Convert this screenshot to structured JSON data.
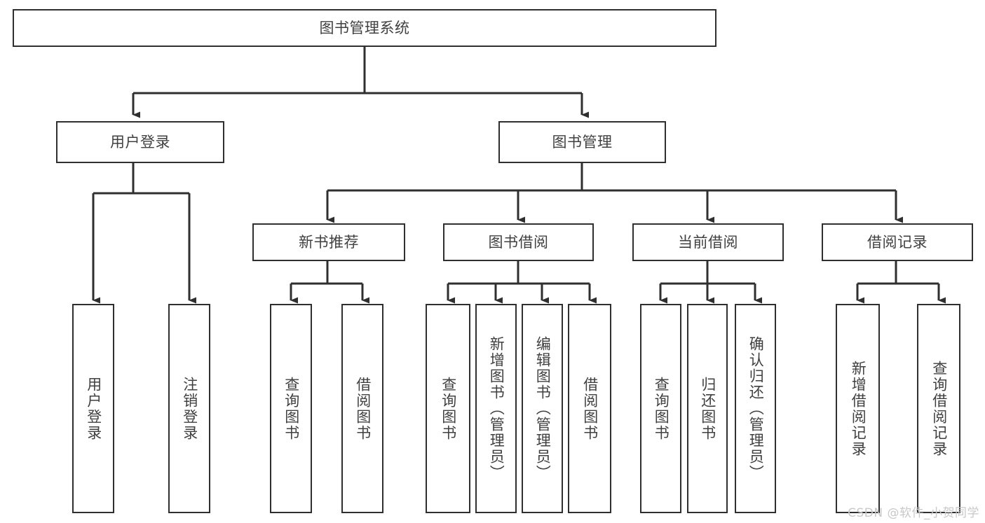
{
  "diagram": {
    "type": "tree",
    "title": "图书管理系统",
    "colors": {
      "background": "#ffffff",
      "box_border": "#2f2f2f",
      "text": "#404040",
      "connector": "#2f2f2f",
      "watermark": "#c8c8c8"
    },
    "root": {
      "label": "图书管理系统"
    },
    "level2": [
      {
        "label": "用户登录"
      },
      {
        "label": "图书管理"
      }
    ],
    "level3": [
      {
        "label": "新书推荐"
      },
      {
        "label": "图书借阅"
      },
      {
        "label": "当前借阅"
      },
      {
        "label": "借阅记录"
      }
    ],
    "leaves": {
      "user_login": [
        {
          "label": "用户登录"
        },
        {
          "label": "注销登录"
        }
      ],
      "new_book_recommend": [
        {
          "label": "查询图书"
        },
        {
          "label": "借阅图书"
        }
      ],
      "book_borrow": [
        {
          "label": "查询图书"
        },
        {
          "label": "新增图书（管理员）"
        },
        {
          "label": "编辑图书（管理员）"
        },
        {
          "label": "借阅图书"
        }
      ],
      "current_borrow": [
        {
          "label": "查询图书"
        },
        {
          "label": "归还图书"
        },
        {
          "label": "确认归还（管理员）"
        }
      ],
      "borrow_record": [
        {
          "label": "新增借阅记录"
        },
        {
          "label": "查询借阅记录"
        }
      ]
    }
  },
  "watermark": {
    "text": "CSDN @软件_小贺同学"
  }
}
